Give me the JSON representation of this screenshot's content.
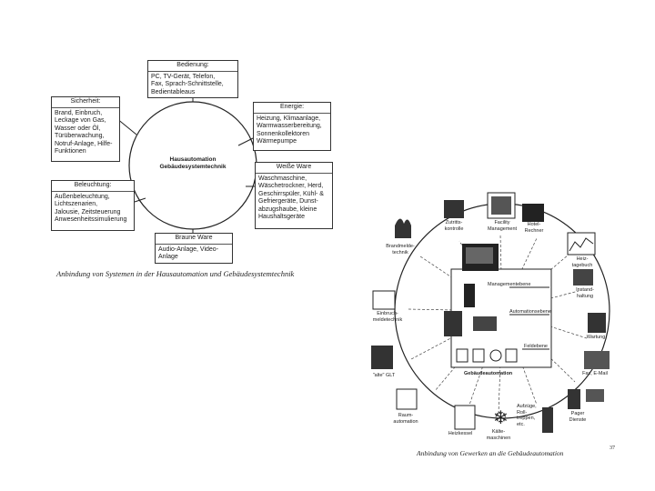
{
  "left_diagram": {
    "center": "Hausautomation\nGebäudesystemtechnik",
    "boxes": {
      "bedienung": {
        "title": "Bedienung:",
        "body": "PC, TV-Gerät, Telefon,\nFax, Sprach-Schnittstelle,\nBedientableaus"
      },
      "sicherheit": {
        "title": "Sicherheit:",
        "body": "Brand, Einbruch,\nLeckage von Gas,\nWasser oder Öl,\nTürüberwachung,\nNotruf-Anlage, Hilfe-\nFunktionen"
      },
      "energie": {
        "title": "Energie:",
        "body": "Heizung, Klimaanlage,\nWarmwasserbereitung,\nSonnenkollektoren\nWärmepumpe"
      },
      "weisse_ware": {
        "title": "Weiße Ware",
        "body": "Waschmaschine,\nWäschetrockner, Herd,\nGeschirrspüler, Kühl- &\nGefriergeräte, Dunst-\nabzugshaube, kleine\nHaushaltsgeräte"
      },
      "beleuchtung": {
        "title": "Beleuchtung:",
        "body": "Außenbeleuchtung,\nLichtszenarien,\nJalousie, Zeitsteuerung\nAnwesenheitssimulierung"
      },
      "braune_ware": {
        "title": "Braune Ware",
        "body": "Audio-Anlage, Video-\nAnlage"
      }
    },
    "caption": "Anbindung von Systemen in der Hausautomation und Gebäudesystemtechnik"
  },
  "right_diagram": {
    "levels": {
      "management": "Managementebene",
      "automation": "Automationsebene",
      "feld": "Feldebene"
    },
    "center_label": "Gebäudeautomation",
    "trades": {
      "zutritt": "Zutritts-\nkontrolle",
      "facility": "Facility\nManagement",
      "hotel": "Hotel-\nRechner",
      "heiztagebuch": "Heiz-\ntagebuch",
      "brandmelde": "Brandmelde-\ntechnik",
      "instandhaltung": "Instand-\nhaltung",
      "einbruch": "Einbruch-\nmeldetechnik",
      "wartung": "Wartung",
      "alte_glt": "\"alte\" GLT",
      "fax": "Fax, E-Mail",
      "raumautomation": "Raum-\nautomation",
      "pager": "Pager\nDienste",
      "heizkessel": "Heizkessel",
      "kaelte": "Kälte-\nmaschinen",
      "aufzuege": "Aufzüge,\nRoll-\ntreppen,\netc."
    },
    "caption": "Anbindung von Gewerken an die Gebäudeautomation",
    "page_number": "37"
  }
}
